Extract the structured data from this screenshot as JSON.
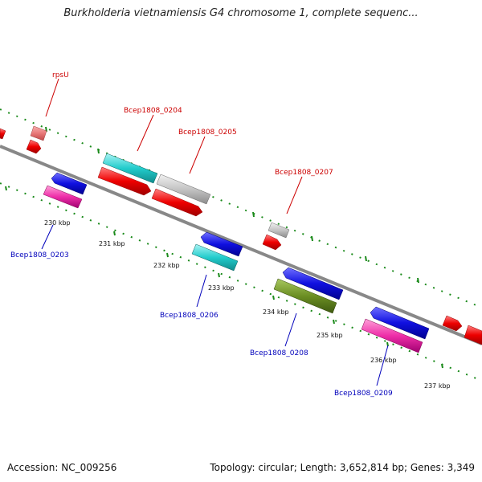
{
  "title": "Burkholderia vietnamiensis G4 chromosome 1, complete sequenc...",
  "footer": {
    "accession": "Accession: NC_009256",
    "summary": "Topology: circular; Length: 3,652,814 bp; Genes: 3,349"
  },
  "colors": {
    "backbone": "#888888",
    "tick_marks": "#1a8a1a",
    "label_forward": "#cc0000",
    "label_reverse": "#0000bb"
  },
  "scale_labels": [
    "230 kbp",
    "231 kbp",
    "232 kbp",
    "233 kbp",
    "234 kbp",
    "235 kbp",
    "236 kbp",
    "237 kbp"
  ],
  "genes_labeled": [
    {
      "name": "rpsU",
      "strand": "forward"
    },
    {
      "name": "Bcep1808_0204",
      "strand": "forward"
    },
    {
      "name": "Bcep1808_0205",
      "strand": "forward"
    },
    {
      "name": "Bcep1808_0207",
      "strand": "forward"
    },
    {
      "name": "Bcep1808_0203",
      "strand": "reverse"
    },
    {
      "name": "Bcep1808_0206",
      "strand": "reverse"
    },
    {
      "name": "Bcep1808_0208",
      "strand": "reverse"
    },
    {
      "name": "Bcep1808_0209",
      "strand": "reverse"
    }
  ]
}
